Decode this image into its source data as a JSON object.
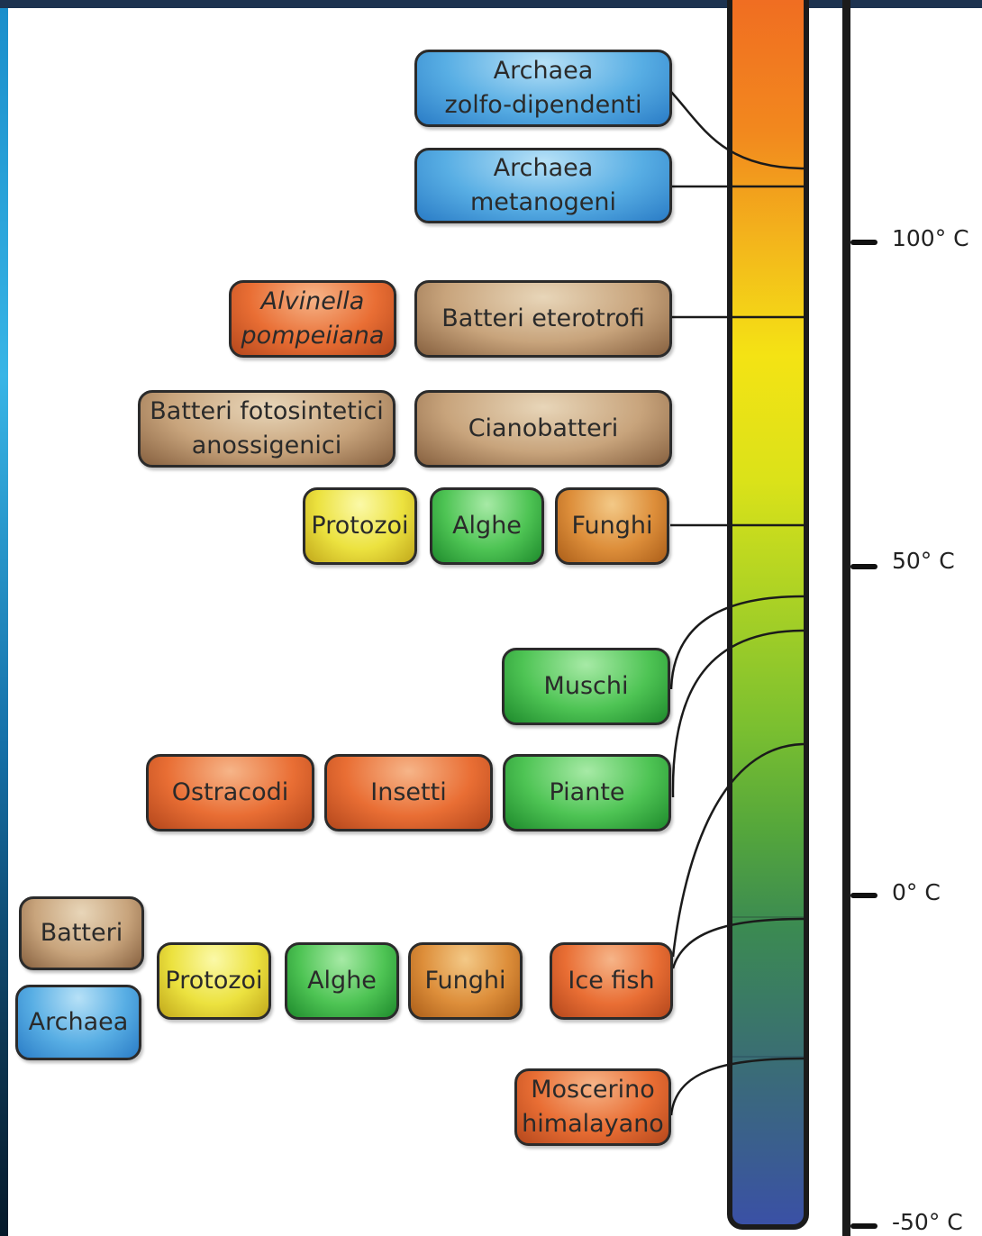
{
  "scale": {
    "ticks": [
      {
        "label": "100° C",
        "value": 100
      },
      {
        "label": "50° C",
        "value": 50
      },
      {
        "label": "0° C",
        "value": 0
      },
      {
        "label": "-50° C",
        "value": -50
      }
    ]
  },
  "organisms": {
    "archaea_zolfo": "Archaea\nzolfo-dipendenti",
    "archaea_metanogeni": "Archaea\nmetanogeni",
    "alvinella": "Alvinella\npompeiiana",
    "batteri_eterotrofi": "Batteri eterotrofi",
    "batteri_fotosintetici": "Batteri fotosintetici\nanossigenici",
    "cianobatteri": "Cianobatteri",
    "protozoi_1": "Protozoi",
    "alghe_1": "Alghe",
    "funghi_1": "Funghi",
    "muschi": "Muschi",
    "ostracodi": "Ostracodi",
    "insetti": "Insetti",
    "piante": "Piante",
    "batteri": "Batteri",
    "archaea": "Archaea",
    "protozoi_2": "Protozoi",
    "alghe_2": "Alghe",
    "funghi_2": "Funghi",
    "ice_fish": "Ice fish",
    "moscerino": "Moscerino\nhimalayano"
  },
  "colors": {
    "gradient": [
      "#f06a22",
      "#f29b1e",
      "#f3c71a",
      "#f2e60f",
      "#c7db1b",
      "#93c72a",
      "#5ead37",
      "#3b8c4f",
      "#3a6d78",
      "#3a56a0"
    ],
    "archaea": "#58aee4",
    "bacteria": "#c8a47c",
    "animals": "#e96e34",
    "plants": "#4ec454",
    "protozoa": "#ece23f",
    "fungi": "#dd8e3a"
  }
}
